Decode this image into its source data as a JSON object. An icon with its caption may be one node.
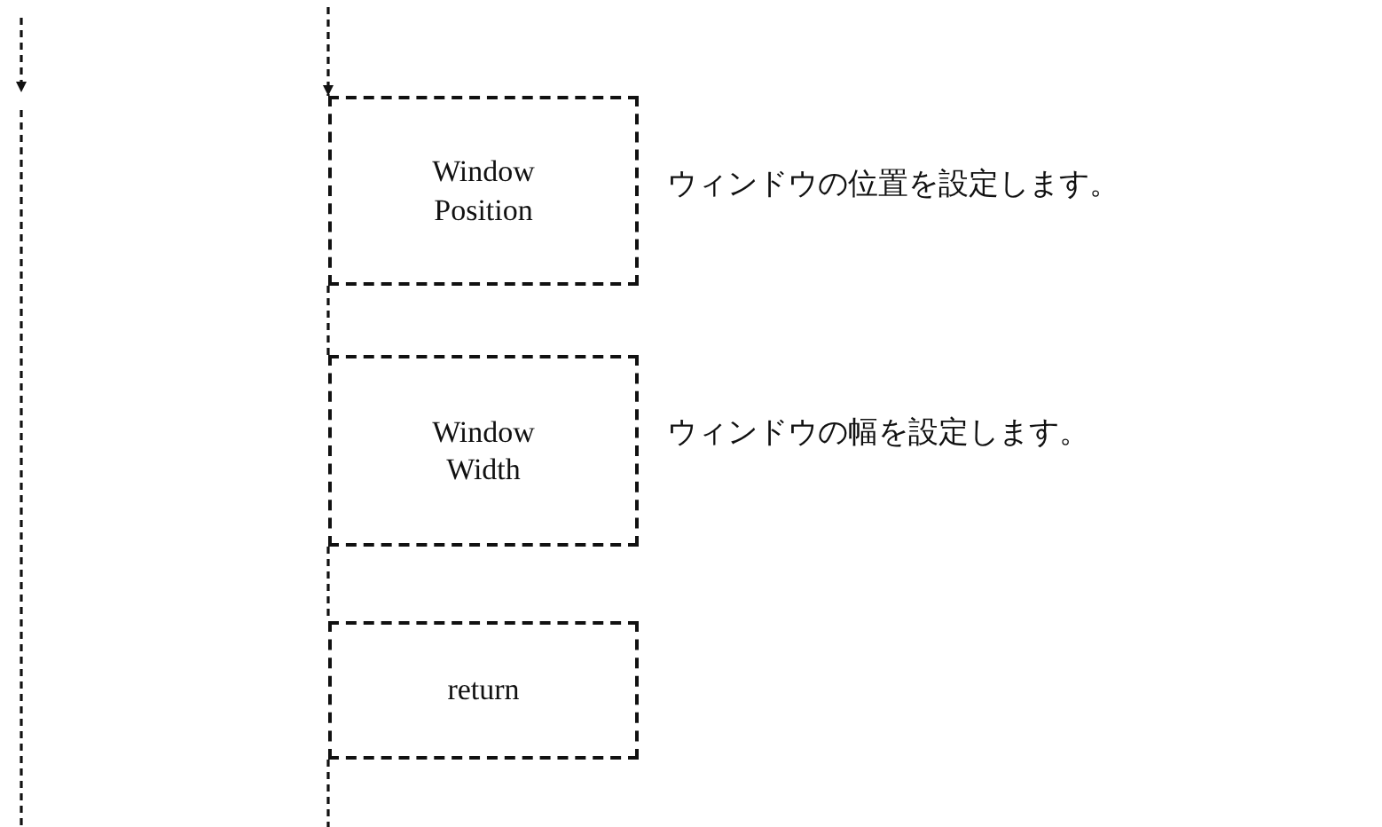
{
  "diagram": {
    "nodes": [
      {
        "text": [
          "Window Position"
        ],
        "beside": [
          "ウィンドウの位置を設定します。"
        ]
      },
      {
        "text": [
          "Window Width"
        ],
        "beside": [
          "ウィンドウの幅を設定します。"
        ]
      },
      {
        "text": [
          "return"
        ]
      }
    ],
    "edges": [
      {
        "from": null,
        "to": 0,
        "arrow": "to",
        "style": "dashed"
      },
      {
        "from": 0,
        "to": 1,
        "arrow": "none",
        "style": "dashed"
      },
      {
        "from": 1,
        "to": 2,
        "arrow": "none",
        "style": "dashed"
      },
      {
        "from": 2,
        "to": null,
        "arrow": "none",
        "style": "dashed"
      }
    ]
  }
}
